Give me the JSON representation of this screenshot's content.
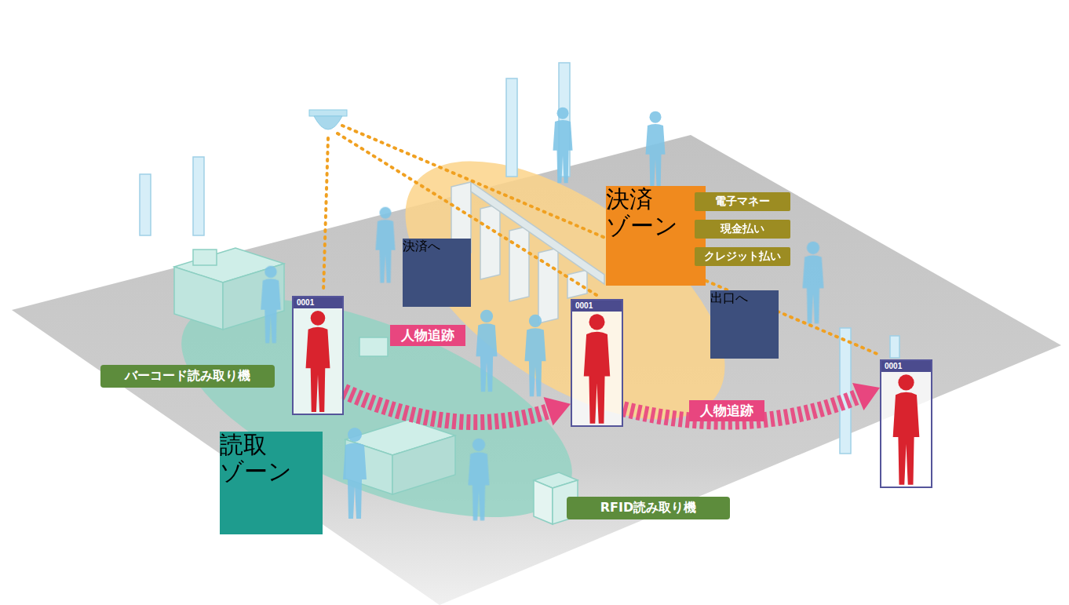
{
  "diagram": {
    "nodes": [
      {
        "text": [
          "決済 ゾーン"
        ]
      },
      {
        "text": [
          "電子マネー"
        ]
      },
      {
        "text": [
          "現金払い"
        ]
      },
      {
        "text": [
          "クレジット払い"
        ]
      },
      {
        "text": [
          "決済へ"
        ]
      },
      {
        "text": [
          "出口へ"
        ]
      },
      {
        "text": [
          "0001"
        ]
      },
      {
        "text": [
          "0001"
        ]
      },
      {
        "text": [
          "0001"
        ]
      },
      {
        "text": [
          "バーコード読み取り機"
        ]
      },
      {
        "text": [
          "読取 ゾーン"
        ]
      },
      {
        "text": [
          "RFID読み取り機"
        ]
      }
    ],
    "edges": [
      {
        "from": 6,
        "to": 7,
        "label": "人物追跡",
        "arrow": "to"
      },
      {
        "from": 7,
        "to": 8,
        "label": "人物追跡",
        "arrow": "to"
      }
    ]
  }
}
